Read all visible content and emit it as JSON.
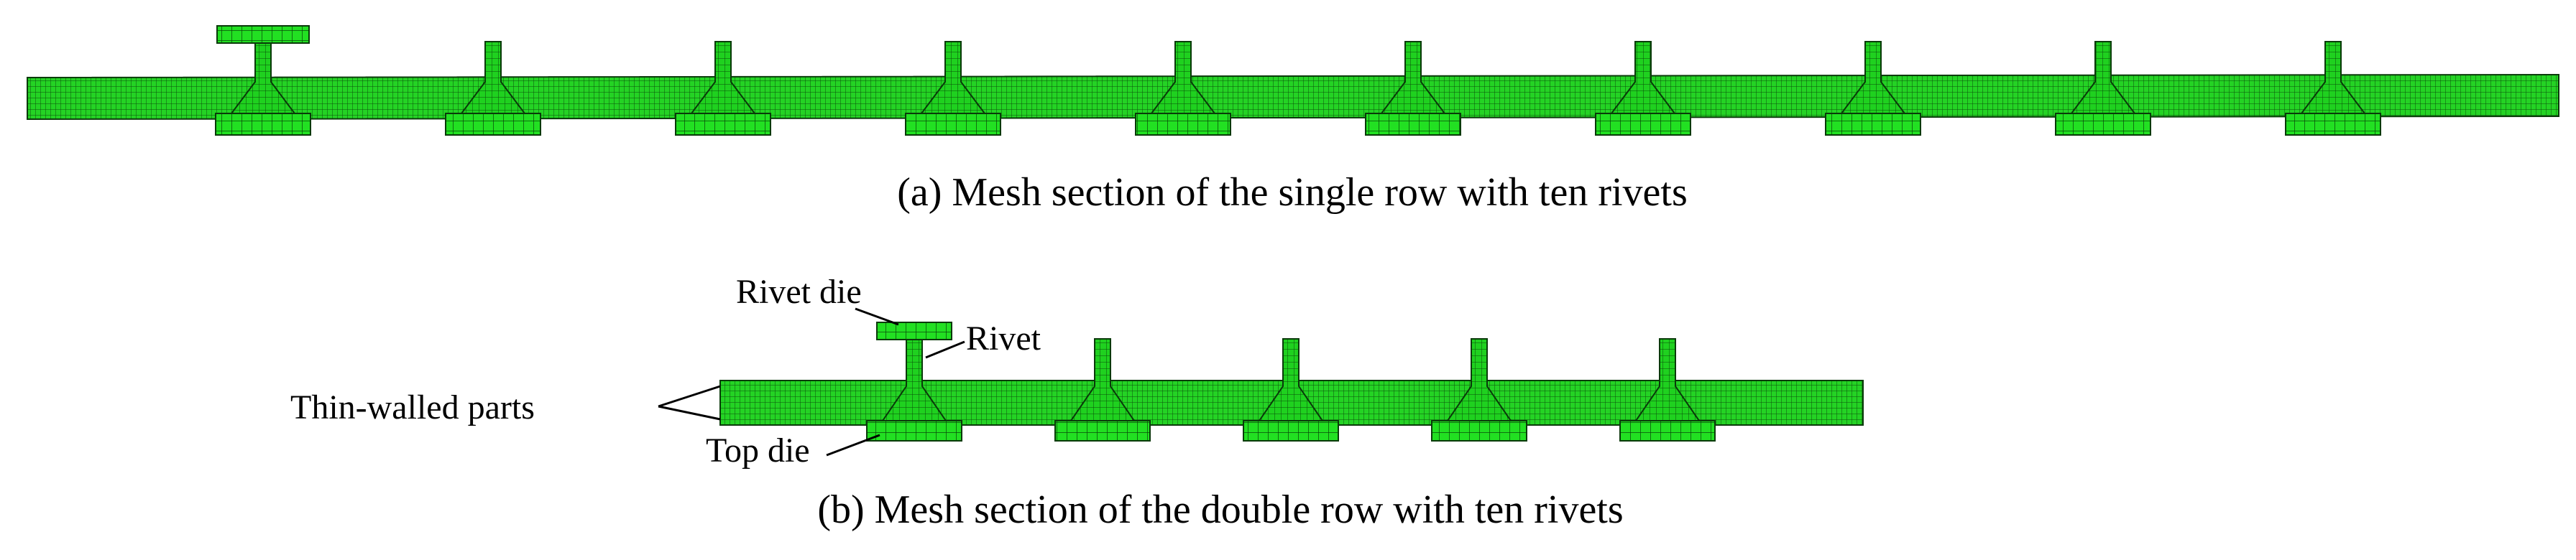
{
  "panel_a": {
    "caption": "(a) Mesh section of the single row with ten rivets",
    "rivet_count": 10
  },
  "panel_b": {
    "caption": "(b) Mesh section of the double row with ten rivets",
    "rivet_count": 5,
    "labels": {
      "rivet_die": "Rivet die",
      "rivet": "Rivet",
      "thin_walled_parts": "Thin-walled parts",
      "top_die": "Top die"
    }
  },
  "colors": {
    "mesh_fill": "#1fd11f",
    "mesh_line": "#0a4a0a",
    "background": "#ffffff"
  }
}
